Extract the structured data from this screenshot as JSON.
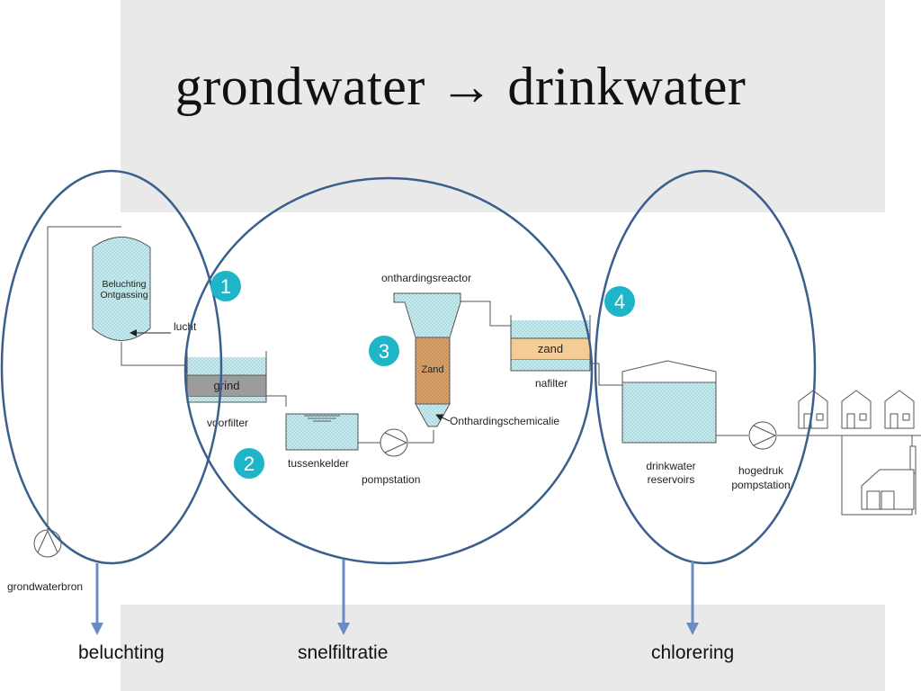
{
  "title": "grondwater → drinkwater",
  "labels": {
    "beluchting_tank": [
      "Beluchting",
      "Ontgassing"
    ],
    "lucht": "lucht",
    "grind": "grind",
    "voorfilter": "voorfilter",
    "tussenkelder": "tussenkelder",
    "pompstation": "pompstation",
    "onthardingsreactor": "onthardingsreactor",
    "zand_reactor": "Zand",
    "onthardingschemicalie": "Onthardingschemicalie",
    "zand_filter": "zand",
    "nafilter": "nafilter",
    "drinkwater_reservoirs": [
      "drinkwater",
      "reservoirs"
    ],
    "hogedruk_pompstation": [
      "hogedruk",
      "pompstation"
    ],
    "grondwaterbron": "grondwaterbron"
  },
  "steps": [
    "1",
    "2",
    "3",
    "4"
  ],
  "stages": [
    "beluchting",
    "snelfiltratie",
    "chlorering"
  ],
  "colors": {
    "ellipse": "#3b5f8c",
    "arrow": "#6a8cc0",
    "badge": "#1fb5c8",
    "water": "#c8ecef",
    "gravel": "#9c9c9c",
    "sand_reactor": "#d9a26a",
    "sand_filter": "#f5cc96",
    "band": "#e9e9e9"
  }
}
